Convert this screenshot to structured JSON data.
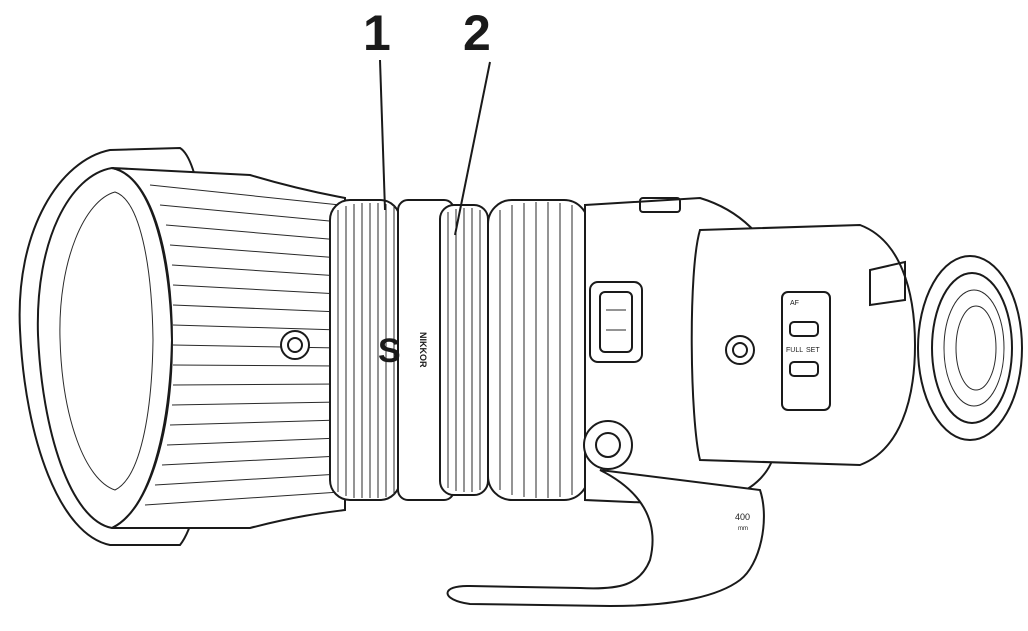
{
  "callouts": [
    {
      "label": "1"
    },
    {
      "label": "2"
    }
  ],
  "lens_markings": {
    "brand": "NIKKOR",
    "series": "S",
    "focal_length": "400",
    "focal_unit": "mm",
    "switch_labels": [
      "AF",
      "FULL",
      "SET"
    ]
  },
  "colors": {
    "ink": "#1a1a1a",
    "paper": "#ffffff"
  }
}
